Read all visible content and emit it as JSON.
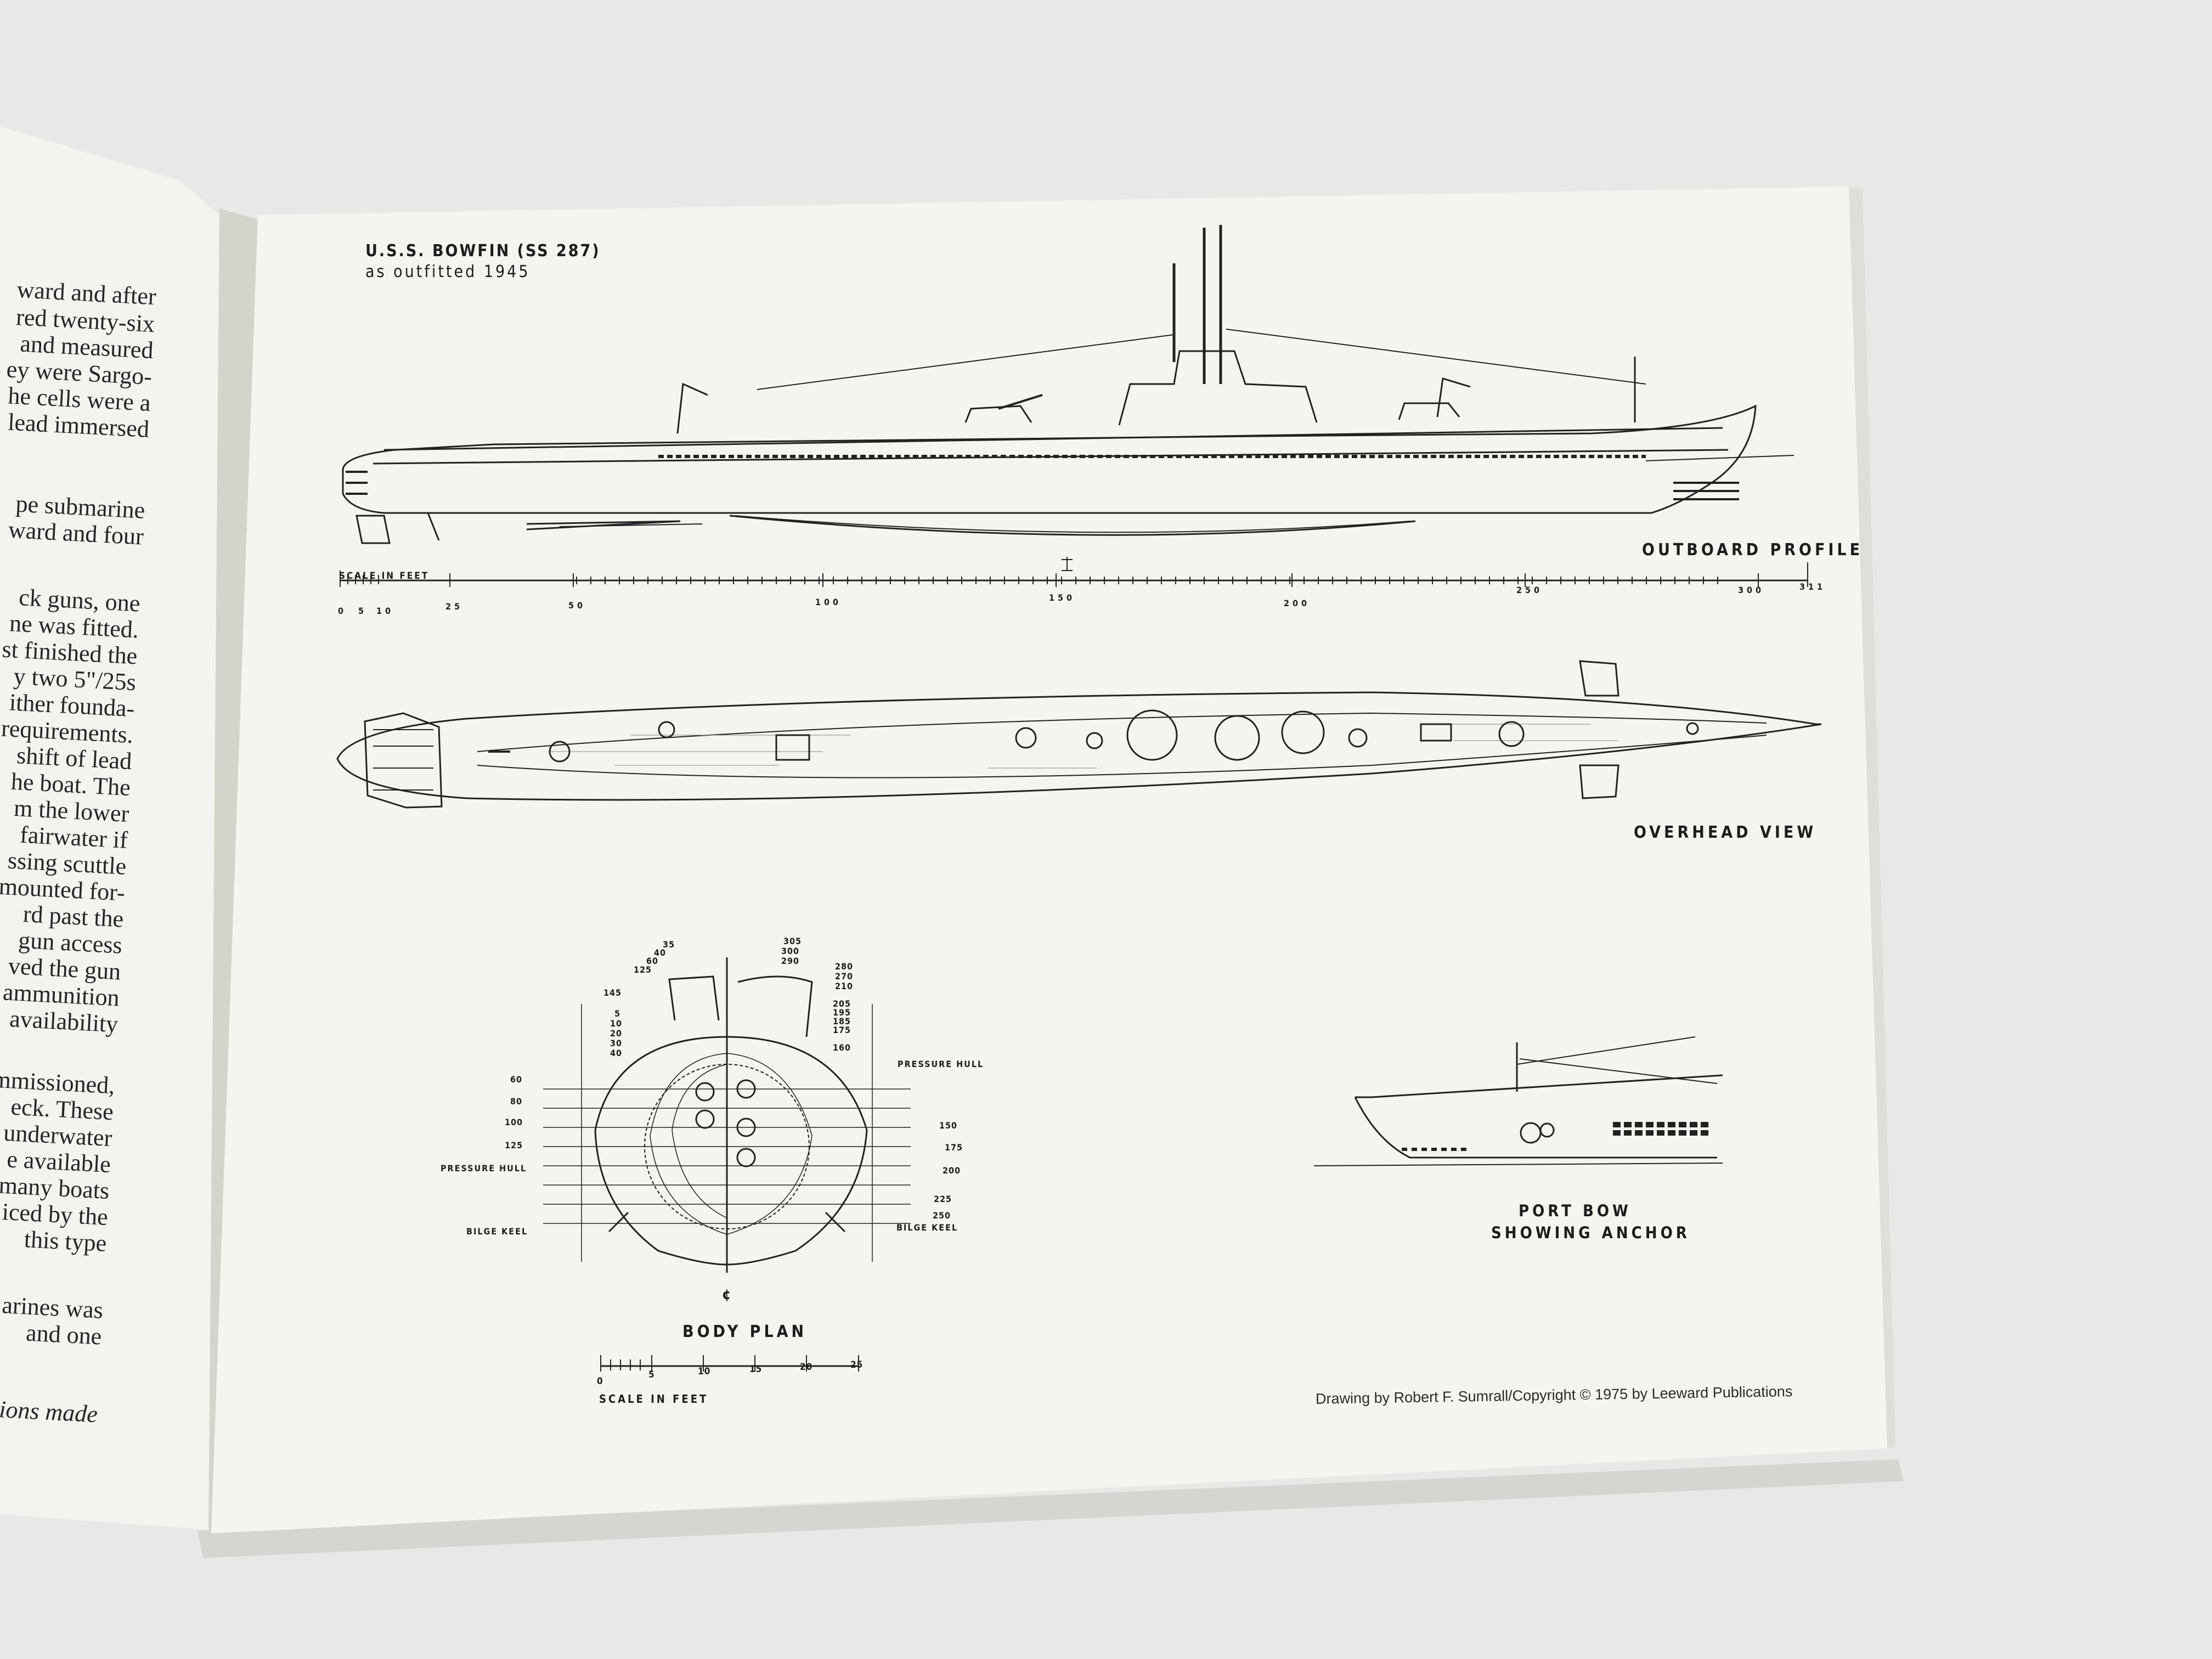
{
  "title": {
    "line1": "U.S.S. BOWFIN (SS 287)",
    "line2": "as outfitted 1945"
  },
  "views": {
    "outboard": "OUTBOARD PROFILE",
    "overhead": "OVERHEAD VIEW",
    "body_plan": "BODY PLAN",
    "port_bow_1": "PORT BOW",
    "port_bow_2": "SHOWING ANCHOR"
  },
  "profile_scale": {
    "label": "SCALE IN FEET",
    "ticks": [
      "0",
      "5",
      "10",
      "25",
      "50",
      "100",
      "150",
      "200",
      "250",
      "300",
      "311"
    ]
  },
  "body_scale": {
    "label": "SCALE  IN  FEET",
    "ticks": [
      "0",
      "5",
      "10",
      "15",
      "20",
      "25"
    ]
  },
  "body_plan_labels": {
    "left_top": [
      "35",
      "40",
      "60",
      "125",
      "145",
      "5",
      "10",
      "20",
      "30",
      "40"
    ],
    "left_side": [
      "60",
      "80",
      "100",
      "125"
    ],
    "right_top": [
      "305",
      "300",
      "290",
      "280",
      "270",
      "210",
      "205",
      "195",
      "185",
      "175",
      "160"
    ],
    "right_side": [
      "150",
      "175",
      "200",
      "225",
      "250"
    ],
    "pressure_hull": "PRESSURE HULL",
    "bilge_keel": "BILGE KEEL",
    "centerline": "¢"
  },
  "credit": "Drawing by Robert F. Sumrall/Copyright © 1975 by Leeward Publications",
  "left_page_lines": [
    "ward and after",
    "red  twenty-six",
    "and measured",
    "ey were Sargo-",
    "he cells were a",
    "lead immersed",
    "",
    "pe submarine",
    "ward and four",
    "",
    "ck guns, one",
    "ne was fitted.",
    "st finished the",
    "y two 5\"/25s",
    "ither founda-",
    "requirements.",
    "shift of lead",
    "he boat. The",
    "m the lower",
    "fairwater if",
    "ssing scuttle",
    "mounted for-",
    "rd past the",
    "gun access",
    "ved the gun",
    "ammunition",
    "availability",
    "",
    "mmissioned,",
    "eck. These",
    "underwater",
    "e available",
    "many boats",
    "iced by the",
    "this type",
    "",
    "arines was",
    "and one",
    "",
    "tions made"
  ]
}
